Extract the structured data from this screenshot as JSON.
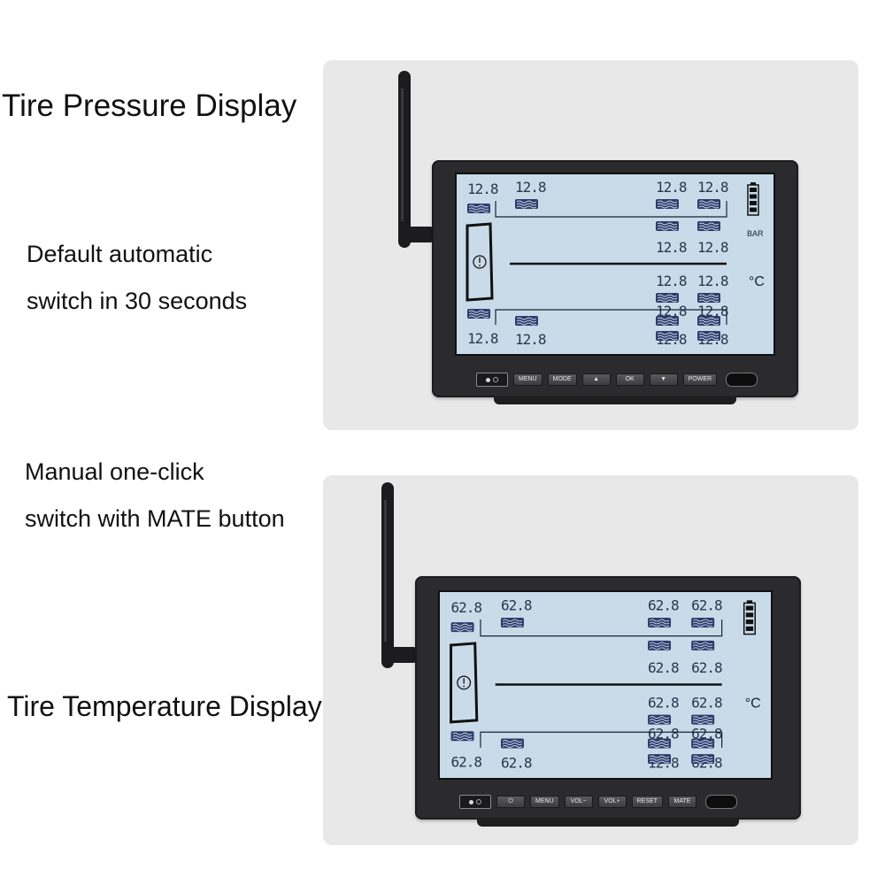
{
  "captions": {
    "pressure_title": "Tire Pressure Display",
    "auto_line1": "Default automatic",
    "auto_line2": "switch in 30 seconds",
    "manual_line1": "Manual one-click",
    "manual_line2": "switch with MATE button",
    "temperature_title": "Tire Temperature Display"
  },
  "colors": {
    "panel_bg": "#e8e8e8",
    "lcd_bg": "#c9dbe9",
    "lcd_segment": "#2b3550",
    "housing": "#2b2b2d"
  },
  "pressure_display": {
    "unit_pressure": "BAR",
    "unit_temp": "°C",
    "readings": [
      "12.8",
      "12.8",
      "12.8",
      "12.8",
      "12.8",
      "12.8",
      "12.8",
      "12.8",
      "12.8",
      "12.8",
      "12.8",
      "12.8",
      "12.8",
      "12.8"
    ],
    "buttons": [
      "MENU",
      "MODE",
      "▲",
      "OK",
      "▼",
      "POWER"
    ]
  },
  "temperature_display": {
    "unit_temp": "°C",
    "readings": [
      "62.8",
      "62.8",
      "62.8",
      "62.8",
      "62.8",
      "62.8",
      "62.8",
      "62.8",
      "62.8",
      "62.8",
      "12.8",
      "62.8",
      "62.8",
      "62.8"
    ],
    "buttons": [
      "⏻",
      "MENU",
      "VOL−",
      "VOL+",
      "RESET",
      "MATE"
    ]
  },
  "icons": [
    "antenna-icon",
    "battery-icon",
    "tpms-warning-icon",
    "tire-icon"
  ]
}
